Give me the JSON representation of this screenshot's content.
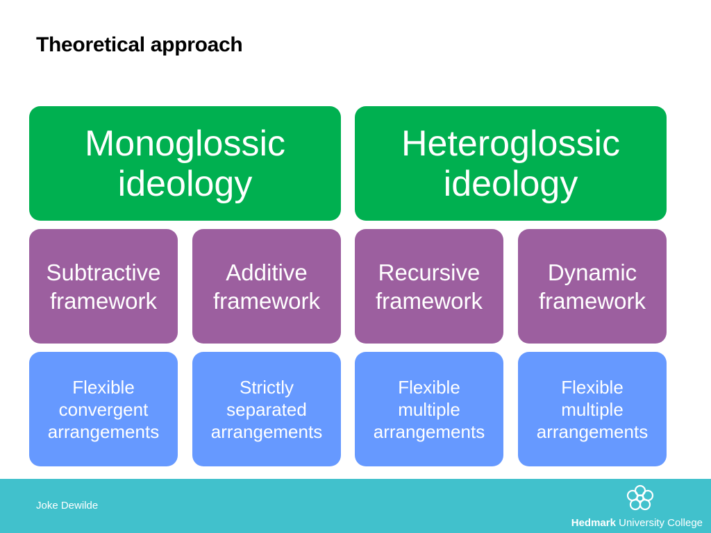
{
  "title": "Theoretical approach",
  "ideologies": [
    {
      "label": "Monoglossic\nideology"
    },
    {
      "label": "Heteroglossic\nideology"
    }
  ],
  "frameworks": [
    {
      "label": "Subtractive\nframework"
    },
    {
      "label": "Additive\nframework"
    },
    {
      "label": "Recursive\nframework"
    },
    {
      "label": "Dynamic\nframework"
    }
  ],
  "arrangements": [
    {
      "label": "Flexible\nconvergent\narrangements"
    },
    {
      "label": "Strictly\nseparated\narrangements"
    },
    {
      "label": "Flexible\nmultiple\narrangements"
    },
    {
      "label": "Flexible\nmultiple\narrangements"
    }
  ],
  "footer": {
    "author": "Joke Dewilde",
    "college_bold": "Hedmark",
    "college_rest": " University College"
  },
  "colors": {
    "ideology": "#00b050",
    "framework": "#9c5f9f",
    "arrangement": "#6699ff",
    "footer_band": "#41c1cc"
  },
  "icons": {
    "logo": "interlocking-rings-logo-icon"
  }
}
